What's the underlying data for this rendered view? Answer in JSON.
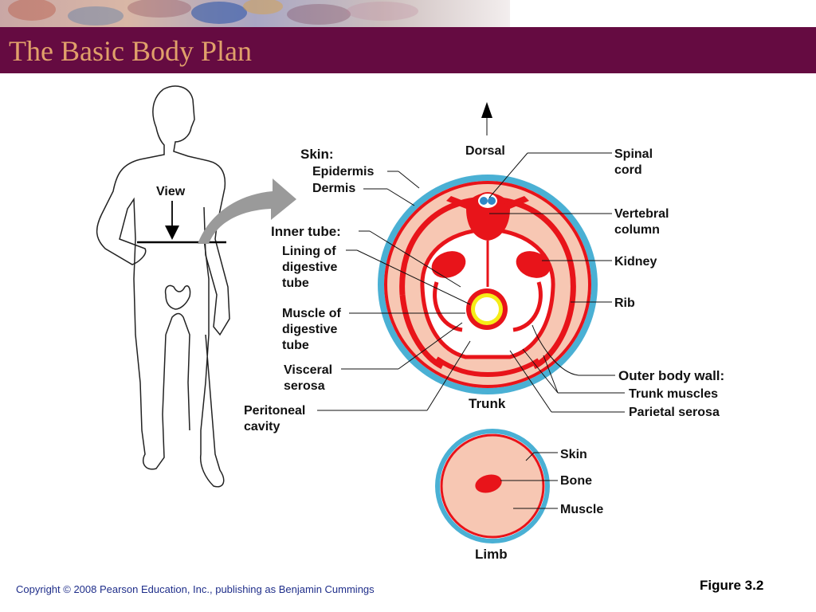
{
  "slide": {
    "title": "The Basic Body Plan",
    "copyright": "Copyright © 2008 Pearson Education, Inc., publishing as Benjamin Cummings",
    "figure": "Figure 3.2"
  },
  "colors": {
    "title_bar": "#650b41",
    "title_text": "#e0a06a",
    "skin_outer": "#4ab0d4",
    "tissue": "#f7c7b3",
    "red_structure": "#e8141a",
    "lining": "#f5ec18",
    "copyright_text": "#1f2e8a"
  },
  "diagram": {
    "view_label": "View",
    "trunk_labels": {
      "dorsal": "Dorsal",
      "skin": "Skin:",
      "epidermis": "Epidermis",
      "dermis": "Dermis",
      "inner_tube": "Inner tube:",
      "lining_1": "Lining of",
      "lining_2": "digestive",
      "lining_3": "tube",
      "muscle_1": "Muscle of",
      "muscle_2": "digestive",
      "muscle_3": "tube",
      "visceral_1": "Visceral",
      "visceral_2": "serosa",
      "peritoneal_1": "Peritoneal",
      "peritoneal_2": "cavity",
      "spinal_1": "Spinal",
      "spinal_2": "cord",
      "vertebral_1": "Vertebral",
      "vertebral_2": "column",
      "kidney": "Kidney",
      "rib": "Rib",
      "outer_body_wall": "Outer body wall:",
      "trunk_muscles": "Trunk muscles",
      "parietal_serosa": "Parietal serosa",
      "trunk": "Trunk"
    },
    "limb_labels": {
      "skin": "Skin",
      "bone": "Bone",
      "muscle": "Muscle",
      "limb": "Limb"
    }
  }
}
